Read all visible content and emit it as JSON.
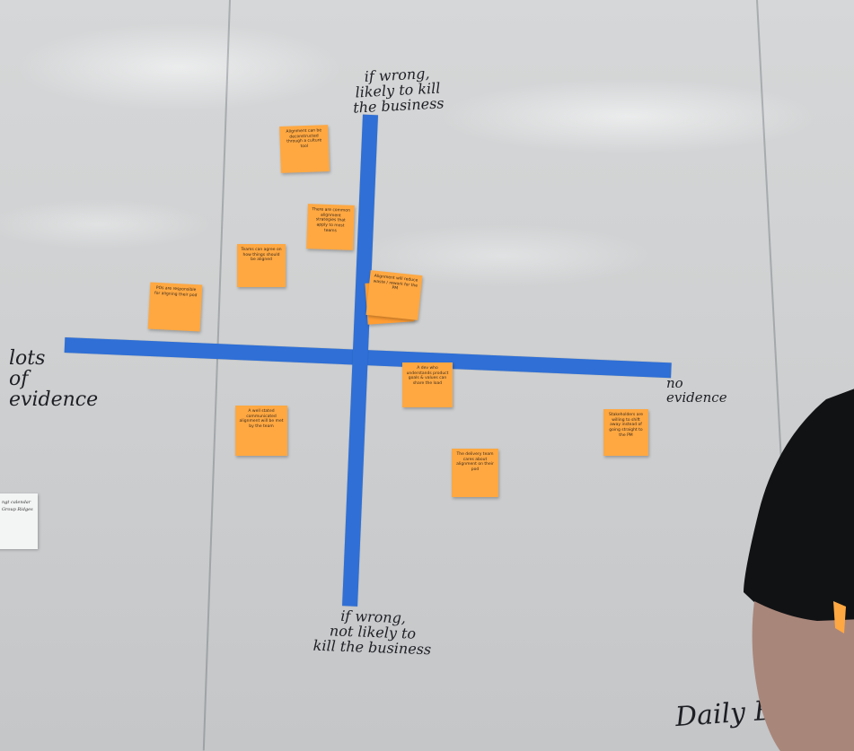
{
  "scene": {
    "description_colors": {
      "whiteboard": "#cfd1d2",
      "tape": "#2f6fd6",
      "sticky_note": "#ffa842",
      "marker_ink": "#1e1f24"
    }
  },
  "axis_labels": {
    "top": "if wrong,\nlikely to kill\nthe business",
    "bottom": "if wrong,\nnot likely to\nkill the business",
    "left": "lots\nof\nevidence",
    "right": "no\nevidence"
  },
  "footer_writing": "Daily Bl",
  "card": {
    "line1": "ngt calendar",
    "line2": "Group Ridges"
  },
  "notes": [
    {
      "text": "Alignment can be deconstructed through a culture tool"
    },
    {
      "text": "There are common alignment strategies that apply to most teams"
    },
    {
      "text": "Teams can agree on how things should be aligned"
    },
    {
      "text": "POs are responsible for aligning their pod"
    },
    {
      "text": "Alignment will reduce waste / rework for the PM"
    },
    {
      "text": "A dev who understands product goals & values can share the load"
    },
    {
      "text": "A well stated communicated alignment will be met by the team"
    },
    {
      "text": "The delivery team cares about alignment on their pod"
    },
    {
      "text": "Stakeholders are willing to shift away instead of going straight to the PM"
    }
  ]
}
